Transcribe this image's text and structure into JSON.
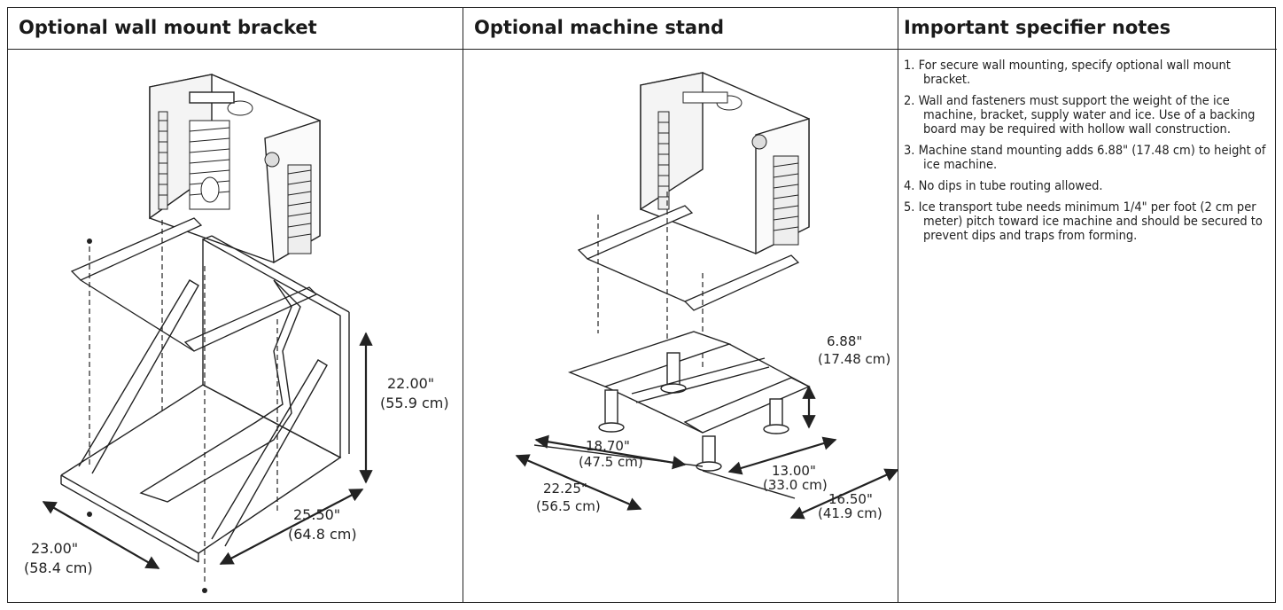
{
  "columns": [
    {
      "title": "Optional wall mount bracket"
    },
    {
      "title": "Optional machine stand"
    },
    {
      "title": "Important specifier notes"
    }
  ],
  "bracket_dims": {
    "height_in": "22.00\"",
    "height_cm": "(55.9 cm)",
    "depth_in": "25.50\"",
    "depth_cm": "(64.8 cm)",
    "width_in": "23.00\"",
    "width_cm": "(58.4 cm)"
  },
  "stand_dims": {
    "height_in": "6.88\"",
    "height_cm": "(17.48 cm)",
    "inner_w_in": "18.70\"",
    "inner_w_cm": "(47.5 cm)",
    "outer_w_in": "22.25\"",
    "outer_w_cm": "(56.5 cm)",
    "inner_d_in": "13.00\"",
    "inner_d_cm": "(33.0 cm)",
    "outer_d_in": "16.50\"",
    "outer_d_cm": "(41.9 cm)"
  },
  "notes": [
    "1. For secure wall mounting, specify optional wall mount bracket.",
    "2. Wall and fasteners must support the weight of the ice machine, bracket, supply water and ice. Use of a backing board may be required with hollow wall construction.",
    "3. Machine stand mounting adds 6.88\" (17.48 cm) to height of ice machine.",
    "4. No dips in tube routing allowed.",
    "5.  Ice transport tube needs minimum 1/4\" per foot (2 cm per meter) pitch toward ice machine and should be secured to prevent dips and traps from forming."
  ]
}
